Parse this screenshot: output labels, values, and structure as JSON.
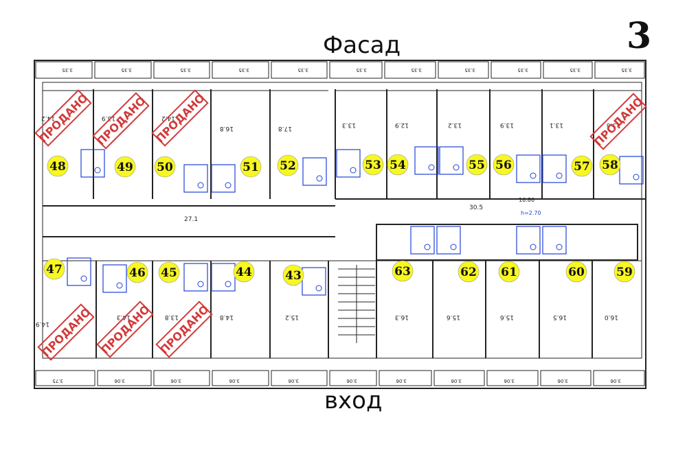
{
  "header": {
    "facade": "Фасад",
    "floor": "3"
  },
  "footer": {
    "entrance": "вход"
  },
  "sold_label": "ПРОДАНО",
  "colors": {
    "marker": "#f7f722",
    "stamp": "#d23a3a",
    "wall": "#222222",
    "bath": "#1f3fd6"
  },
  "apartments": [
    {
      "number": "48",
      "area": "14.2",
      "sold": true
    },
    {
      "number": "49",
      "area": "13.9",
      "sold": true
    },
    {
      "number": "50",
      "area": "14.2",
      "sold": true
    },
    {
      "number": "51",
      "area": "16.8",
      "sold": false
    },
    {
      "number": "52",
      "area": "17.8",
      "sold": false
    },
    {
      "number": "53",
      "area": "13.3",
      "sold": false
    },
    {
      "number": "54",
      "area": "12.9",
      "sold": false
    },
    {
      "number": "55",
      "area": "13.2",
      "sold": false
    },
    {
      "number": "56",
      "area": "13.9",
      "sold": false
    },
    {
      "number": "57",
      "area": "13.1",
      "sold": false
    },
    {
      "number": "58",
      "area": "13.6",
      "sold": true
    },
    {
      "number": "47",
      "area": "14.9",
      "sold": true
    },
    {
      "number": "46",
      "area": "14.3",
      "sold": true
    },
    {
      "number": "45",
      "area": "13.8",
      "sold": true
    },
    {
      "number": "44",
      "area": "14.8",
      "sold": false
    },
    {
      "number": "43",
      "area": "15.2",
      "sold": false
    },
    {
      "number": "63",
      "area": "16.3",
      "sold": false
    },
    {
      "number": "62",
      "area": "15.6",
      "sold": false
    },
    {
      "number": "61",
      "area": "15.6",
      "sold": false
    },
    {
      "number": "60",
      "area": "16.5",
      "sold": false
    },
    {
      "number": "59",
      "area": "16.0",
      "sold": false
    }
  ],
  "dimensions": {
    "top_row": [
      "3.35",
      "3.35",
      "3.35",
      "3.35",
      "3.35",
      "3.35",
      "3.35",
      "3.35",
      "3.35",
      "3.35",
      "3.35"
    ],
    "bottom_row": [
      "3.75",
      "3.06",
      "3.06",
      "3.06",
      "3.06",
      "3.06",
      "3.06",
      "3.06",
      "3.06",
      "3.06",
      "3.06"
    ],
    "corridor_upper": "27.1",
    "corridor_right": "30.5",
    "corridor_length": "16.86",
    "ceiling_height": "h=2.70"
  }
}
